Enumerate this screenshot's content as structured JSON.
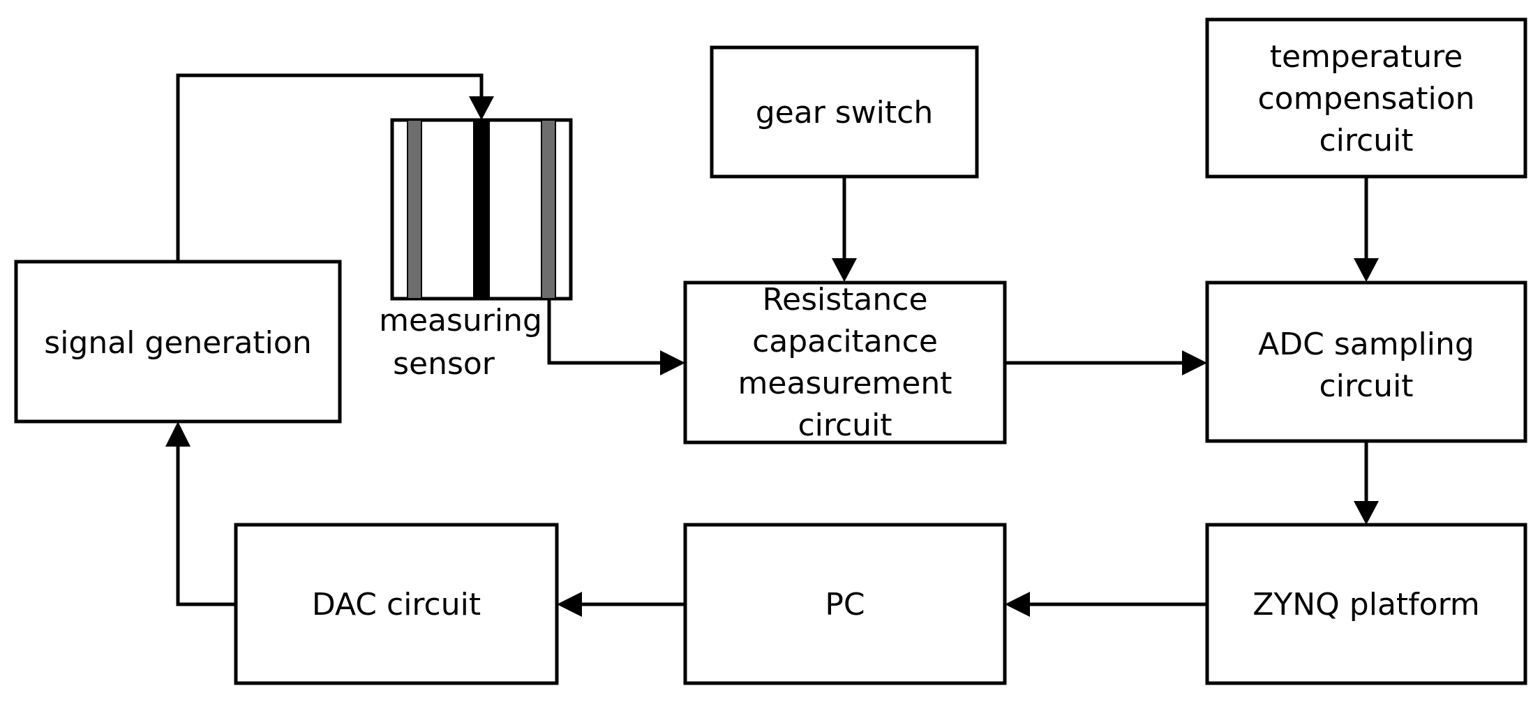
{
  "blocks": {
    "signal_generation": [
      "signal generation"
    ],
    "measuring_sensor": [
      "measuring",
      "sensor"
    ],
    "gear_switch": [
      "gear switch"
    ],
    "rc_measurement": [
      "Resistance",
      "capacitance",
      "measurement",
      "circuit"
    ],
    "temperature_compensation": [
      "temperature",
      "compensation",
      "circuit"
    ],
    "adc_sampling": [
      "ADC sampling",
      "circuit"
    ],
    "zynq_platform": [
      "ZYNQ platform"
    ],
    "pc": [
      "PC"
    ],
    "dac_circuit": [
      "DAC circuit"
    ]
  },
  "colors": {
    "stroke": "#000000",
    "fill": "#ffffff",
    "sensor_outer_electrodes": "#6e6e6e",
    "sensor_center_electrode": "#000000"
  }
}
